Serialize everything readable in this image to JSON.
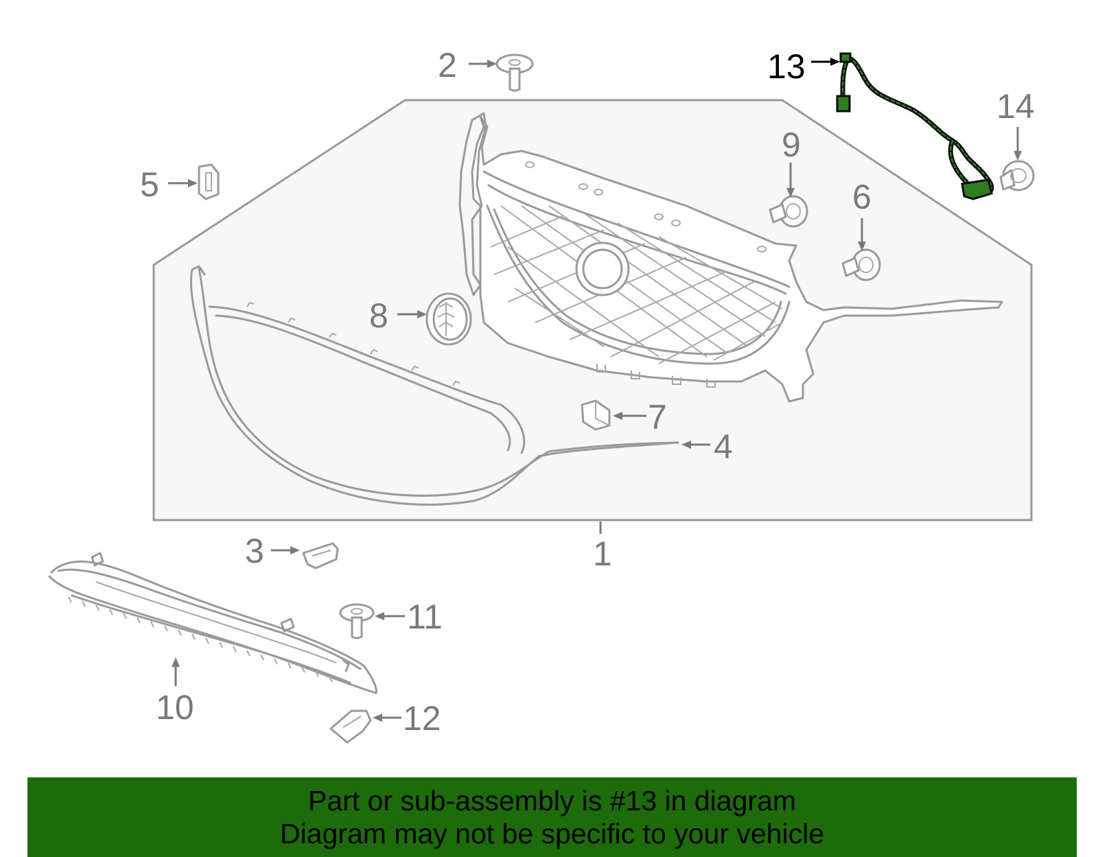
{
  "callouts": {
    "c1": "1",
    "c2": "2",
    "c3": "3",
    "c4": "4",
    "c5": "5",
    "c6": "6",
    "c7": "7",
    "c8": "8",
    "c9": "9",
    "c10": "10",
    "c11": "11",
    "c12": "12",
    "c13": "13",
    "c14": "14"
  },
  "highlighted_part": "13",
  "colors": {
    "banner_background": "#1d6b0a",
    "part_lines": "#9a9a9a",
    "highlight_harness": "#2e7d1f",
    "box_fill": "#f7f7f7"
  },
  "banner": {
    "line1": "Part or sub-assembly is #13 in diagram",
    "line2": "Diagram may not be specific to your vehicle"
  }
}
